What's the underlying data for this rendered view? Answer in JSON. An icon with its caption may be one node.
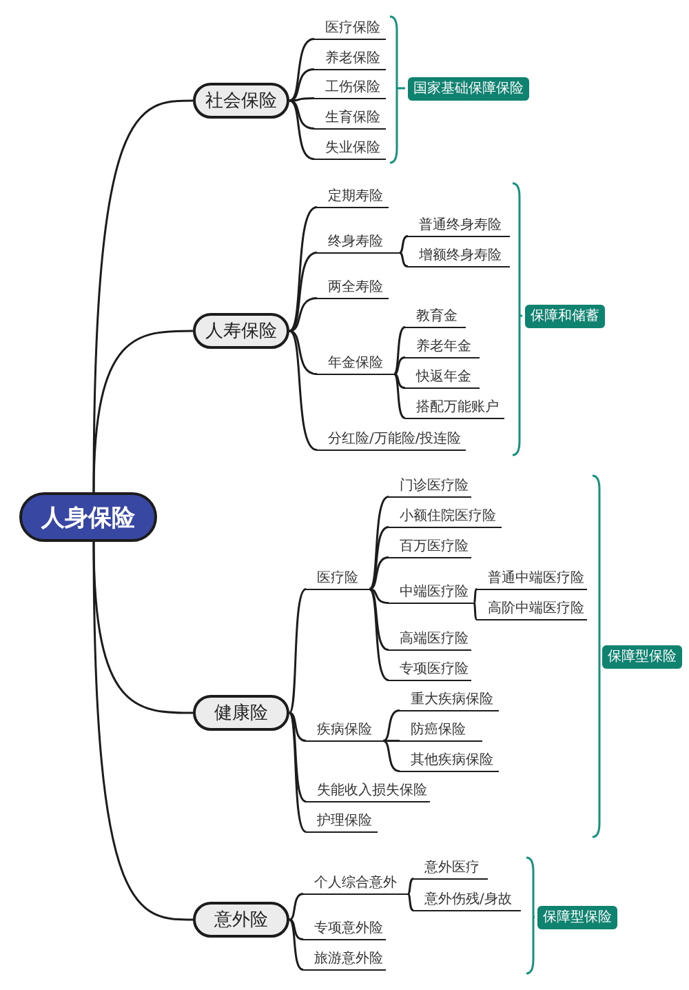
{
  "diagram": {
    "nodes": [
      {
        "text": [
          "人身保险"
        ]
      },
      {
        "text": [
          "社会保险"
        ]
      },
      {
        "text": [
          "医疗保险"
        ]
      },
      {
        "text": [
          "养老保险"
        ]
      },
      {
        "text": [
          "工伤保险"
        ]
      },
      {
        "text": [
          "生育保险"
        ]
      },
      {
        "text": [
          "失业保险"
        ]
      },
      {
        "text": [
          "国家基础保障保险"
        ]
      },
      {
        "text": [
          "人寿保险"
        ]
      },
      {
        "text": [
          "定期寿险"
        ]
      },
      {
        "text": [
          "终身寿险"
        ]
      },
      {
        "text": [
          "普通终身寿险"
        ]
      },
      {
        "text": [
          "增额终身寿险"
        ]
      },
      {
        "text": [
          "两全寿险"
        ]
      },
      {
        "text": [
          "年金保险"
        ]
      },
      {
        "text": [
          "教育金"
        ]
      },
      {
        "text": [
          "养老年金"
        ]
      },
      {
        "text": [
          "快返年金"
        ]
      },
      {
        "text": [
          "搭配万能账户"
        ]
      },
      {
        "text": [
          "分红险/万能险/投连险"
        ]
      },
      {
        "text": [
          "保障和储蓄"
        ]
      },
      {
        "text": [
          "健康险"
        ]
      },
      {
        "text": [
          "医疗险"
        ]
      },
      {
        "text": [
          "门诊医疗险"
        ]
      },
      {
        "text": [
          "小额住院医疗险"
        ]
      },
      {
        "text": [
          "百万医疗险"
        ]
      },
      {
        "text": [
          "中端医疗险"
        ]
      },
      {
        "text": [
          "普通中端医疗险"
        ]
      },
      {
        "text": [
          "高阶中端医疗险"
        ]
      },
      {
        "text": [
          "高端医疗险"
        ]
      },
      {
        "text": [
          "专项医疗险"
        ]
      },
      {
        "text": [
          "疾病保险"
        ]
      },
      {
        "text": [
          "重大疾病保险"
        ]
      },
      {
        "text": [
          "防癌保险"
        ]
      },
      {
        "text": [
          "其他疾病保险"
        ]
      },
      {
        "text": [
          "失能收入损失保险"
        ]
      },
      {
        "text": [
          "护理保险"
        ]
      },
      {
        "text": [
          "保障型保险"
        ]
      },
      {
        "text": [
          "意外险"
        ]
      },
      {
        "text": [
          "个人综合意外"
        ]
      },
      {
        "text": [
          "意外医疗"
        ]
      },
      {
        "text": [
          "意外伤残/身故"
        ]
      },
      {
        "text": [
          "专项意外险"
        ]
      },
      {
        "text": [
          "旅游意外险"
        ]
      },
      {
        "text": [
          "保障型保险"
        ]
      }
    ],
    "edges": [
      {
        "from": 0,
        "to": 1,
        "arrow": "none"
      },
      {
        "from": 1,
        "to": 2,
        "arrow": "none"
      },
      {
        "from": 1,
        "to": 3,
        "arrow": "none"
      },
      {
        "from": 1,
        "to": 4,
        "arrow": "none"
      },
      {
        "from": 1,
        "to": 5,
        "arrow": "none"
      },
      {
        "from": 1,
        "to": 6,
        "arrow": "none"
      },
      {
        "from": 0,
        "to": 8,
        "arrow": "none"
      },
      {
        "from": 8,
        "to": 9,
        "arrow": "none"
      },
      {
        "from": 8,
        "to": 10,
        "arrow": "none"
      },
      {
        "from": 10,
        "to": 11,
        "arrow": "none"
      },
      {
        "from": 10,
        "to": 12,
        "arrow": "none"
      },
      {
        "from": 8,
        "to": 13,
        "arrow": "none"
      },
      {
        "from": 8,
        "to": 14,
        "arrow": "none"
      },
      {
        "from": 14,
        "to": 15,
        "arrow": "none"
      },
      {
        "from": 14,
        "to": 16,
        "arrow": "none"
      },
      {
        "from": 14,
        "to": 17,
        "arrow": "none"
      },
      {
        "from": 14,
        "to": 18,
        "arrow": "none"
      },
      {
        "from": 8,
        "to": 19,
        "arrow": "none"
      },
      {
        "from": 0,
        "to": 21,
        "arrow": "none"
      },
      {
        "from": 21,
        "to": 22,
        "arrow": "none"
      },
      {
        "from": 22,
        "to": 23,
        "arrow": "none"
      },
      {
        "from": 22,
        "to": 24,
        "arrow": "none"
      },
      {
        "from": 22,
        "to": 25,
        "arrow": "none"
      },
      {
        "from": 22,
        "to": 26,
        "arrow": "none"
      },
      {
        "from": 26,
        "to": 27,
        "arrow": "none"
      },
      {
        "from": 26,
        "to": 28,
        "arrow": "none"
      },
      {
        "from": 22,
        "to": 29,
        "arrow": "none"
      },
      {
        "from": 22,
        "to": 30,
        "arrow": "none"
      },
      {
        "from": 21,
        "to": 31,
        "arrow": "none"
      },
      {
        "from": 31,
        "to": 32,
        "arrow": "none"
      },
      {
        "from": 31,
        "to": 33,
        "arrow": "none"
      },
      {
        "from": 31,
        "to": 34,
        "arrow": "none"
      },
      {
        "from": 21,
        "to": 35,
        "arrow": "none"
      },
      {
        "from": 21,
        "to": 36,
        "arrow": "none"
      },
      {
        "from": 0,
        "to": 38,
        "arrow": "none"
      },
      {
        "from": 38,
        "to": 39,
        "arrow": "none"
      },
      {
        "from": 39,
        "to": 40,
        "arrow": "none"
      },
      {
        "from": 39,
        "to": 41,
        "arrow": "none"
      },
      {
        "from": 38,
        "to": 42,
        "arrow": "none"
      },
      {
        "from": 38,
        "to": 43,
        "arrow": "none"
      }
    ]
  }
}
